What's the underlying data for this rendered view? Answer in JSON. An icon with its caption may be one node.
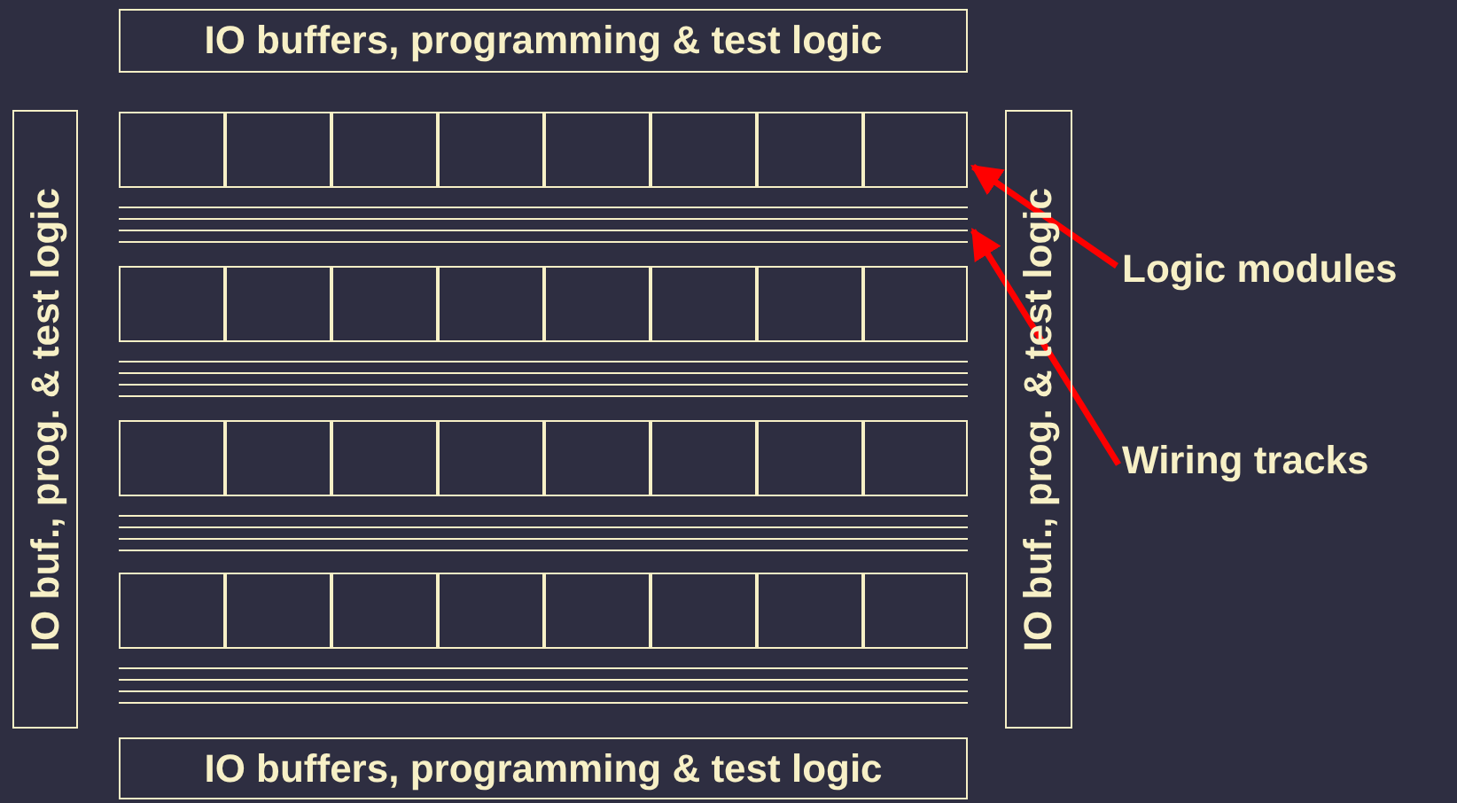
{
  "diagram": {
    "nodes": [
      {
        "text": [
          "IO buffers, programming & test logic"
        ]
      },
      {
        "text": [
          "IO buf., prog. & test logic"
        ]
      },
      {
        "text": [
          "IO buf., prog. & test logic"
        ]
      },
      {
        "text": [],
        "shape": "box"
      },
      {
        "text": [],
        "shape": "box"
      },
      {
        "text": [],
        "shape": "box"
      },
      {
        "text": [],
        "shape": "box"
      },
      {
        "text": [],
        "shape": "box"
      },
      {
        "text": [],
        "shape": "box"
      },
      {
        "text": [],
        "shape": "box"
      },
      {
        "text": [],
        "shape": "box"
      },
      {
        "text": [],
        "shape": "box"
      },
      {
        "text": [],
        "shape": "box"
      },
      {
        "text": [],
        "shape": "box"
      },
      {
        "text": [],
        "shape": "box"
      },
      {
        "text": [],
        "shape": "box"
      },
      {
        "text": [],
        "shape": "box"
      },
      {
        "text": [],
        "shape": "box"
      },
      {
        "text": [],
        "shape": "box"
      },
      {
        "text": [],
        "shape": "box"
      },
      {
        "text": [],
        "shape": "box"
      },
      {
        "text": [],
        "shape": "box"
      },
      {
        "text": [],
        "shape": "box"
      },
      {
        "text": [],
        "shape": "box"
      },
      {
        "text": [],
        "shape": "box"
      },
      {
        "text": [],
        "shape": "box"
      },
      {
        "text": [],
        "shape": "box"
      },
      {
        "text": [],
        "shape": "box"
      },
      {
        "text": [],
        "shape": "box"
      },
      {
        "text": [],
        "shape": "box"
      },
      {
        "text": [],
        "shape": "box"
      },
      {
        "text": [],
        "shape": "box"
      },
      {
        "text": [],
        "shape": "box"
      },
      {
        "text": [],
        "shape": "box"
      },
      {
        "text": [],
        "shape": "box"
      },
      {
        "text": [
          "Logic modules"
        ]
      },
      {
        "text": [
          "Wiring tracks"
        ]
      },
      {
        "text": [
          "IO buffers, programming & test logic"
        ]
      },
      {
        "text": [],
        "shape": "bar"
      }
    ],
    "edges": [
      {
        "from": 35,
        "to": 10,
        "arrow": "to"
      },
      {
        "from": 36,
        "to": 38,
        "arrow": "to"
      }
    ]
  }
}
